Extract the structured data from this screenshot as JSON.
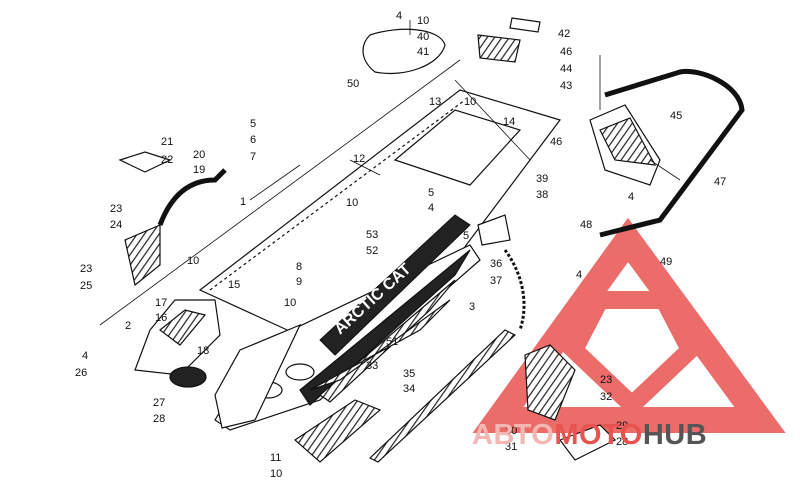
{
  "callouts": [
    {
      "id": "c4a",
      "text": "4"
    },
    {
      "id": "c10a",
      "text": "10"
    },
    {
      "id": "c42",
      "text": "42"
    },
    {
      "id": "c40",
      "text": "40"
    },
    {
      "id": "c41",
      "text": "41"
    },
    {
      "id": "c50",
      "text": "50"
    },
    {
      "id": "c46a",
      "text": "46"
    },
    {
      "id": "c44",
      "text": "44"
    },
    {
      "id": "c43",
      "text": "43"
    },
    {
      "id": "c13",
      "text": "13"
    },
    {
      "id": "c10b",
      "text": "10"
    },
    {
      "id": "c14",
      "text": "14"
    },
    {
      "id": "c45",
      "text": "45"
    },
    {
      "id": "c46b",
      "text": "46"
    },
    {
      "id": "c47",
      "text": "47"
    },
    {
      "id": "c5a",
      "text": "5"
    },
    {
      "id": "c6",
      "text": "6"
    },
    {
      "id": "c7",
      "text": "7"
    },
    {
      "id": "c12",
      "text": "12"
    },
    {
      "id": "c21",
      "text": "21"
    },
    {
      "id": "c22",
      "text": "22"
    },
    {
      "id": "c20",
      "text": "20"
    },
    {
      "id": "c19",
      "text": "19"
    },
    {
      "id": "c39",
      "text": "39"
    },
    {
      "id": "c38",
      "text": "38"
    },
    {
      "id": "c5b",
      "text": "5"
    },
    {
      "id": "c4b",
      "text": "4"
    },
    {
      "id": "c1",
      "text": "1"
    },
    {
      "id": "c10c",
      "text": "10"
    },
    {
      "id": "c23a",
      "text": "23"
    },
    {
      "id": "c24",
      "text": "24"
    },
    {
      "id": "c4c",
      "text": "4"
    },
    {
      "id": "c48",
      "text": "48"
    },
    {
      "id": "c53",
      "text": "53"
    },
    {
      "id": "c52",
      "text": "52"
    },
    {
      "id": "c5c",
      "text": "5"
    },
    {
      "id": "c36",
      "text": "36"
    },
    {
      "id": "c49",
      "text": "49"
    },
    {
      "id": "c10d",
      "text": "10"
    },
    {
      "id": "c8",
      "text": "8"
    },
    {
      "id": "c9",
      "text": "9"
    },
    {
      "id": "c37",
      "text": "37"
    },
    {
      "id": "c4d",
      "text": "4"
    },
    {
      "id": "c23b",
      "text": "23"
    },
    {
      "id": "c25",
      "text": "25"
    },
    {
      "id": "c15",
      "text": "15"
    },
    {
      "id": "c17",
      "text": "17"
    },
    {
      "id": "c16",
      "text": "16"
    },
    {
      "id": "c10e",
      "text": "10"
    },
    {
      "id": "c3",
      "text": "3"
    },
    {
      "id": "c2",
      "text": "2"
    },
    {
      "id": "c51",
      "text": "51"
    },
    {
      "id": "c4e",
      "text": "4"
    },
    {
      "id": "c26",
      "text": "26"
    },
    {
      "id": "c18",
      "text": "18"
    },
    {
      "id": "c33",
      "text": "33"
    },
    {
      "id": "c35",
      "text": "35"
    },
    {
      "id": "c34",
      "text": "34"
    },
    {
      "id": "c27",
      "text": "27"
    },
    {
      "id": "c28a",
      "text": "28"
    },
    {
      "id": "c23c",
      "text": "23"
    },
    {
      "id": "c32",
      "text": "32"
    },
    {
      "id": "c30",
      "text": "30"
    },
    {
      "id": "c29",
      "text": "29"
    },
    {
      "id": "c31",
      "text": "31"
    },
    {
      "id": "c28b",
      "text": "28"
    },
    {
      "id": "c11",
      "text": "11"
    },
    {
      "id": "c10f",
      "text": "10"
    }
  ],
  "decal_text": "ARCTIC CAT",
  "watermark": {
    "word_part1": "АВТО",
    "word_part2": "MOTO",
    "word_part3": "HUB",
    "color_primary": "#e8534f",
    "color_secondary": "#f2b6b3",
    "color_dark": "#555555"
  }
}
